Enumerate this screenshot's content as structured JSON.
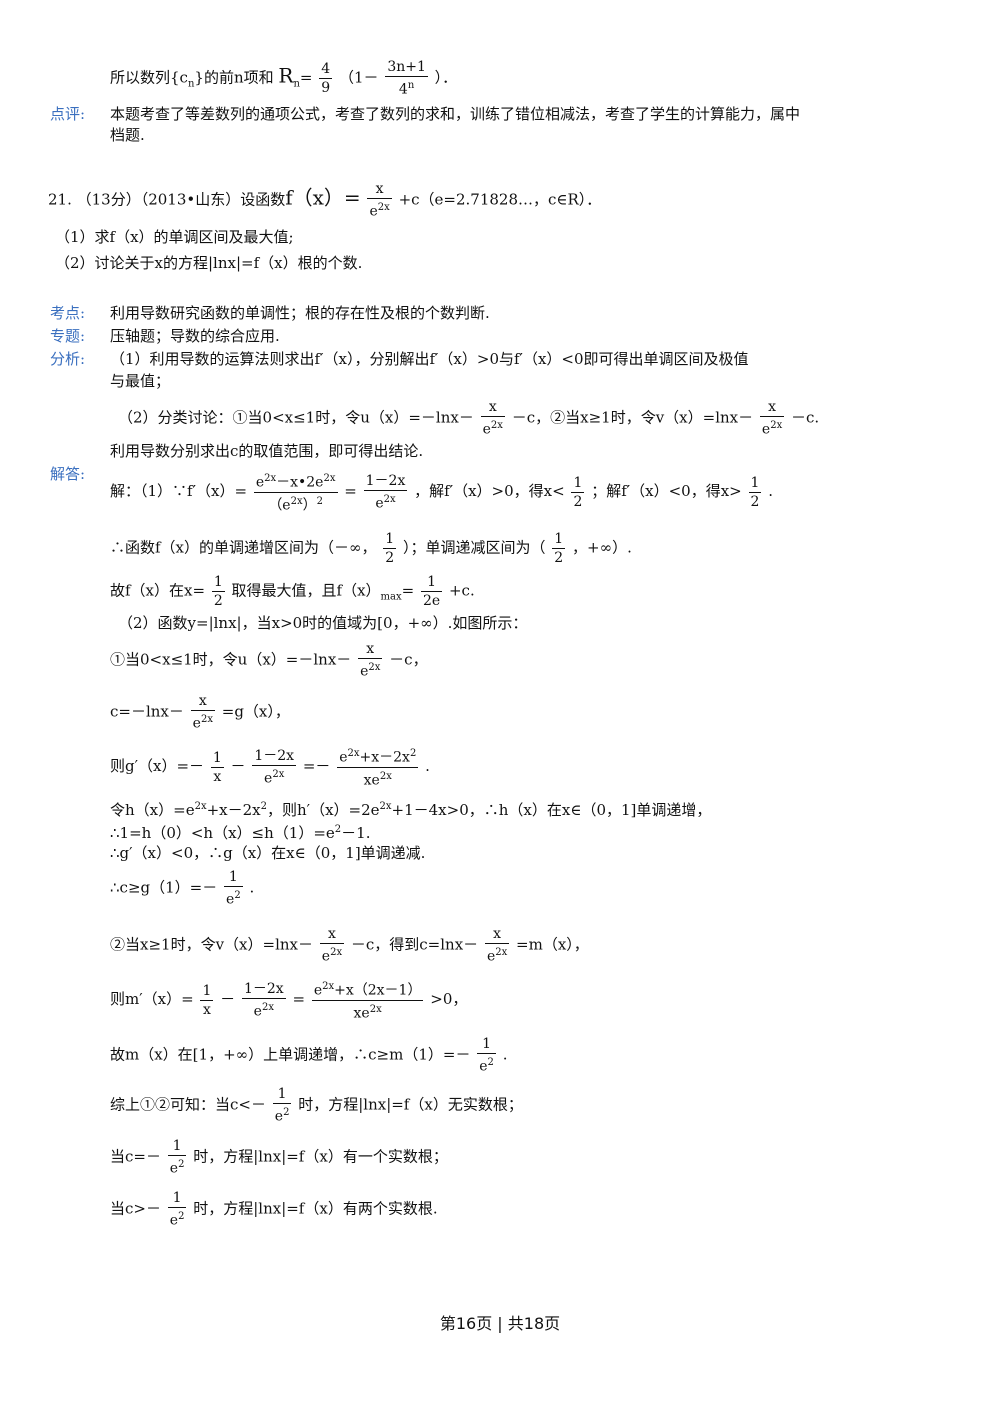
{
  "page": {
    "l1_pre": "所以数列{c",
    "l1_sub": "n",
    "l1_mid": "}的前n项和",
    "l1_R": "R",
    "l1_Rsub": "n",
    "l1_eq": "=",
    "l1_f1_num": "4",
    "l1_f1_den": "9",
    "l1_paren_open": "（1－",
    "l1_f2_num": "3n+1",
    "l1_f2_den_base": "4",
    "l1_f2_den_sup": "n",
    "l1_paren_close": "）．",
    "lbl_comment": "点评:",
    "comment_1": "本题考查了等差数列的通项公式，考查了数列的求和，训练了错位相减法，考查了学生的计算能力，属中",
    "comment_2": "档题.",
    "q_head": "21. （13分）（2013•山东）设函数",
    "q_f": "f（x）=",
    "q_fnum": "x",
    "q_fden_base": "e",
    "q_fden_sup": "2x",
    "q_tail": "+c（e=2.71828…，c∈R）．",
    "q1": "（1）求f（x）的单调区间及最大值;",
    "q2": "（2）讨论关于x的方程|lnx|=f（x）根的个数.",
    "lbl_kaodian": "考点:",
    "kaodian": "利用导数研究函数的单调性；根的存在性及根的个数判断.",
    "lbl_zhuanti": "专题:",
    "zhuanti": "压轴题；导数的综合应用.",
    "lbl_fenxi": "分析:",
    "fenxi_1": "（1）利用导数的运算法则求出f′（x），分别解出f′（x）>0与f′（x）<0即可得出单调区间及极值",
    "fenxi_2": "与最值；",
    "fenxi_3a": "（2）分类讨论：①当0<x≤1时，令u（x）=－lnx－",
    "fenxi_3f_num": "x",
    "fenxi_3f_den_base": "e",
    "fenxi_3f_den_sup": "2x",
    "fenxi_3b": "－c，②当x≥1时，令v（x）=lnx－",
    "fenxi_3c": "－c.",
    "fenxi_4": "利用导数分别求出c的取值范围，即可得出结论.",
    "lbl_jieda": "解答:",
    "s1_a": "解：（1）∵f′（x）=",
    "s1_num": "e^2x－x•2e^2x",
    "s1_num_p1": "e",
    "s1_num_s1": "2x",
    "s1_num_p2": "－x•2e",
    "s1_num_s2": "2x",
    "s1_den_p": "（e",
    "s1_den_s": "2x",
    "s1_den_q": "）",
    "s1_den_sq": "2",
    "s1_eq": "=",
    "s1_f2_num": "1－2x",
    "s1_f2_den_base": "e",
    "s1_f2_den_sup": "2x",
    "s1_b": "，解f′（x）>0，得x<",
    "s1_half_num": "1",
    "s1_half_den": "2",
    "s1_c": "；解f′（x）<0，得x>",
    "s1_d": ".",
    "s2_a": "∴函数f（x）的单调递增区间为（－∞，",
    "s2_b": "）；单调递减区间为（",
    "s2_c": "，+∞）.",
    "s3_a": "故f（x）在x=",
    "s3_b": "取得最大值，且f（x）",
    "s3_sub": "max",
    "s3_c": "=",
    "s3_f_num": "1",
    "s3_f_den": "2e",
    "s3_d": "+c.",
    "s4": "（2）函数y=|lnx|，当x>0时的值域为[0，+∞）.如图所示：",
    "s5_a": "①当0<x≤1时，令u（x）=－lnx－",
    "s5_b": "－c，",
    "s6_a": "c=－lnx－",
    "s6_b": "=g（x），",
    "s7_a": "则g′（x）=－",
    "s7_f1_num": "1",
    "s7_f1_den": "x",
    "s7_b": "－",
    "s7_f2_num": "1－2x",
    "s7_c": "=－",
    "s7_f3_num_p1": "e",
    "s7_f3_num_s1": "2x",
    "s7_f3_num_p2": "+x－2x",
    "s7_f3_num_s2": "2",
    "s7_f3_den_p": "xe",
    "s7_f3_den_s": "2x",
    "s7_d": ".",
    "s8_a": "令h（x）=e",
    "s8_s1": "2x",
    "s8_b": "+x－2x",
    "s8_s2": "2",
    "s8_c": "，则h′（x）=2e",
    "s8_s3": "2x",
    "s8_d": "+1－4x>0，∴h（x）在x∈（0，1]单调递增，",
    "s9_a": "∴1=h（0）<h（x）≤h（1）=e",
    "s9_s": "2",
    "s9_b": "－1.",
    "s10": "∴g′（x）<0，∴g（x）在x∈（0，1]单调递减.",
    "s11_a": "∴c≥g（1）=－",
    "s11_num": "1",
    "s11_den_base": "e",
    "s11_den_sup": "2",
    "s11_b": ".",
    "s12_a": "②当x≥1时，令v（x）=lnx－",
    "s12_b": "－c，得到c=lnx－",
    "s12_c": "=m（x），",
    "s13_a": "则m′（x）=",
    "s13_f1_num": "1",
    "s13_f1_den": "x",
    "s13_b": "－",
    "s13_f2_num": "1－2x",
    "s13_c": "=",
    "s13_f3_num_p1": "e",
    "s13_f3_num_s1": "2x",
    "s13_f3_num_p2": "+x（2x－1）",
    "s13_f3_den_p": "xe",
    "s13_f3_den_s": "2x",
    "s13_d": ">0，",
    "s14_a": "故m（x）在[1，+∞）上单调递增，∴c≥m（1）=－",
    "s14_b": ".",
    "s15_a": "综上①②可知：当c<－",
    "s15_b": "时，方程|lnx|=f（x）无实数根；",
    "s16_a": "当c=－",
    "s16_b": "时，方程|lnx|=f（x）有一个实数根；",
    "s17_a": "当c>－",
    "s17_b": "时，方程|lnx|=f（x）有两个实数根."
  },
  "footer": {
    "text": "第16页 | 共18页"
  }
}
